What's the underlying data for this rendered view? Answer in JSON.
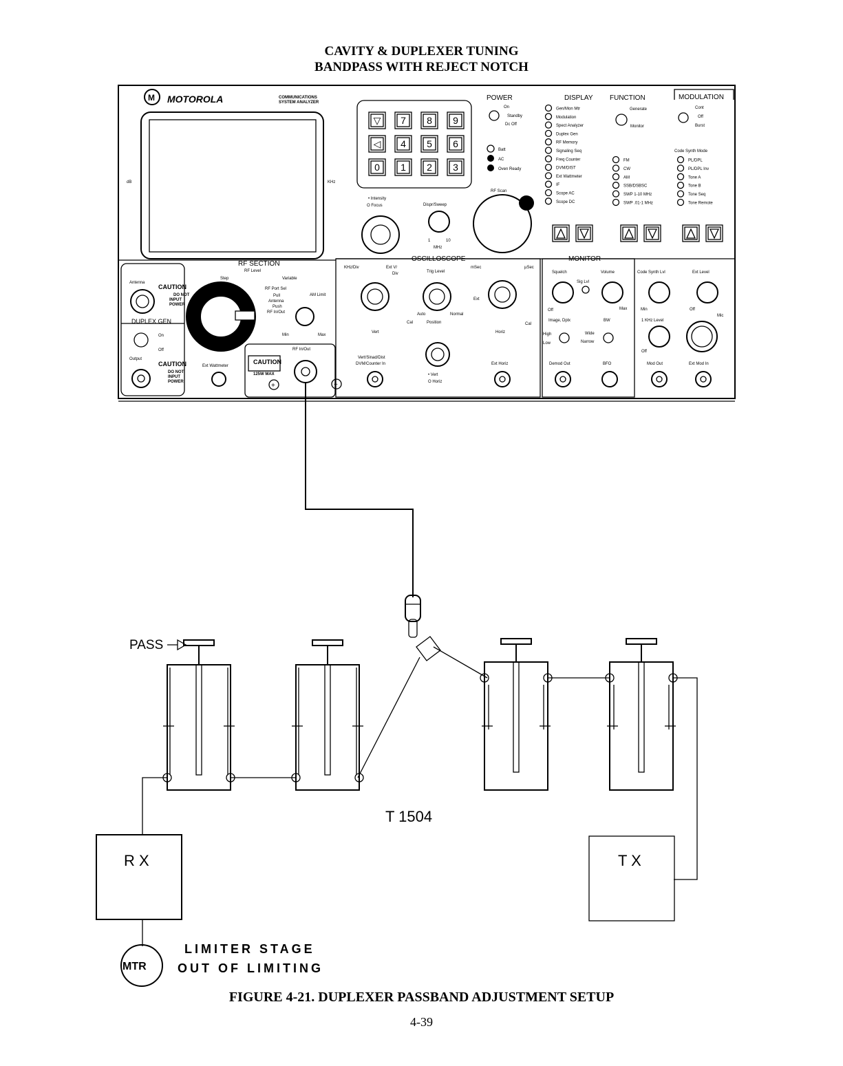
{
  "title": {
    "line1": "CAVITY & DUPLEXER TUNING",
    "line2": "BANDPASS WITH REJECT NOTCH"
  },
  "analyzer": {
    "brand": "MOTOROLA",
    "subtitle1": "COMMUNICATIONS",
    "subtitle2": "SYSTEM ANALYZER",
    "screen_left": "dB",
    "screen_right": "KHz",
    "keypad": [
      "▽",
      "7",
      "8",
      "9",
      "◁",
      "4",
      "5",
      "6",
      "0",
      "1",
      "2",
      "3"
    ],
    "power": {
      "title": "POWER",
      "on": "On",
      "standby": "Standby",
      "dc_off": "Dc Off",
      "batt": "Batt",
      "ac": "AC",
      "oven": "Oven Ready",
      "rf_scan": "RF Scan"
    },
    "display": {
      "title": "DISPLAY",
      "items": [
        "Gen/Mon Mtr",
        "Modulation",
        "Spect Analyzer",
        "Duplex Gen",
        "RF Memory",
        "Signaling Seq",
        "Freq Counter",
        "DVM/DIST",
        "Ext Wattmeter",
        "IF",
        "Scope AC",
        "Scope DC"
      ]
    },
    "function": {
      "title": "FUNCTION",
      "generate": "Generate",
      "monitor": "Monitor",
      "items": [
        "FM",
        "CW",
        "AM",
        "SSB/DSBSC",
        "SWP 1-10 MHz",
        "SWP .01-1 MHz"
      ]
    },
    "modulation": {
      "title": "MODULATION",
      "cont": "Cont",
      "off": "Off",
      "burst": "Burst",
      "code_synth": "Code Synth Mode",
      "items": [
        "PL/DPL",
        "PL/DPL Inv",
        "Tone A",
        "Tone B",
        "Tone Seq",
        "Tone Remote"
      ]
    },
    "intensity": "• Intensity",
    "focus": "O Focus",
    "dispr": "Dispr/Sweep",
    "dispr_1": "1",
    "dispr_10": "10",
    "dispr_mhz": "MHz",
    "rf_section": {
      "title": "RF SECTION",
      "rf_level": "RF Level",
      "step": "Step",
      "variable": "Variable",
      "port_sel": "RF Port Sel",
      "pull": "Pull",
      "antenna": "Antenna",
      "push": "Push",
      "rf_inout": "RF In/Out",
      "am_limit": "AM Limit",
      "min": "Min",
      "max": "Max",
      "ext_watt": "Ext Wattmeter",
      "rf_inout2": "RF In/Out",
      "caution": "CAUTION",
      "max125": "125W MAX"
    },
    "left": {
      "antenna": "Antenna",
      "caution": "CAUTION",
      "do_not": "DO NOT",
      "input": "INPUT",
      "power": "POWER",
      "duplex_gen": "DUPLEX GEN",
      "on": "On",
      "off": "Off",
      "output": "Output"
    },
    "scope": {
      "title": "OSCILLOSCOPE",
      "khz_div": "KHz/Div",
      "ext_v": "Ext V/",
      "div": "Div",
      "trig": "Trig Level",
      "msec": "mSec",
      "usec": "µSec",
      "vert": "Vert",
      "auto": "Auto",
      "normal": "Normal",
      "position": "Position",
      "cal": "Cal",
      "horiz": "Horiz",
      "ext": "Ext",
      "vsd": "Vert/Sinad/Dist",
      "dvm": "DVM/Counter In",
      "vert2": "• Vert",
      "horiz2": "O Horiz",
      "ext_horiz": "Ext Horiz"
    },
    "monitor": {
      "title": "MONITOR",
      "squelch": "Squelch",
      "sig": "Sig Lvl",
      "volume": "Volume",
      "off": "Off",
      "max": "Max",
      "image": "Image, Dplx",
      "bw": "BW",
      "high": "High",
      "low": "Low",
      "wide": "Wide",
      "narrow": "Narrow",
      "demod": "Demod Out",
      "bfo": "BFO"
    },
    "right": {
      "code_synth_lvl": "Code Synth Lvl",
      "ext_level": "Ext Level",
      "min": "Min",
      "off": "Off",
      "khz_level": "1 KHz Level",
      "mic": "Mic",
      "off2": "Off",
      "mod_out": "Mod Out",
      "ext_mod": "Ext Mod In"
    }
  },
  "setup": {
    "pass_label": "PASS",
    "model": "T 1504",
    "rx": "R X",
    "tx": "T X",
    "meter": "MTR",
    "note1": "LIMITER STAGE",
    "note2": "OUT OF LIMITING"
  },
  "caption": "FIGURE 4-21.   DUPLEXER PASSBAND ADJUSTMENT SETUP",
  "page_number": "4-39"
}
